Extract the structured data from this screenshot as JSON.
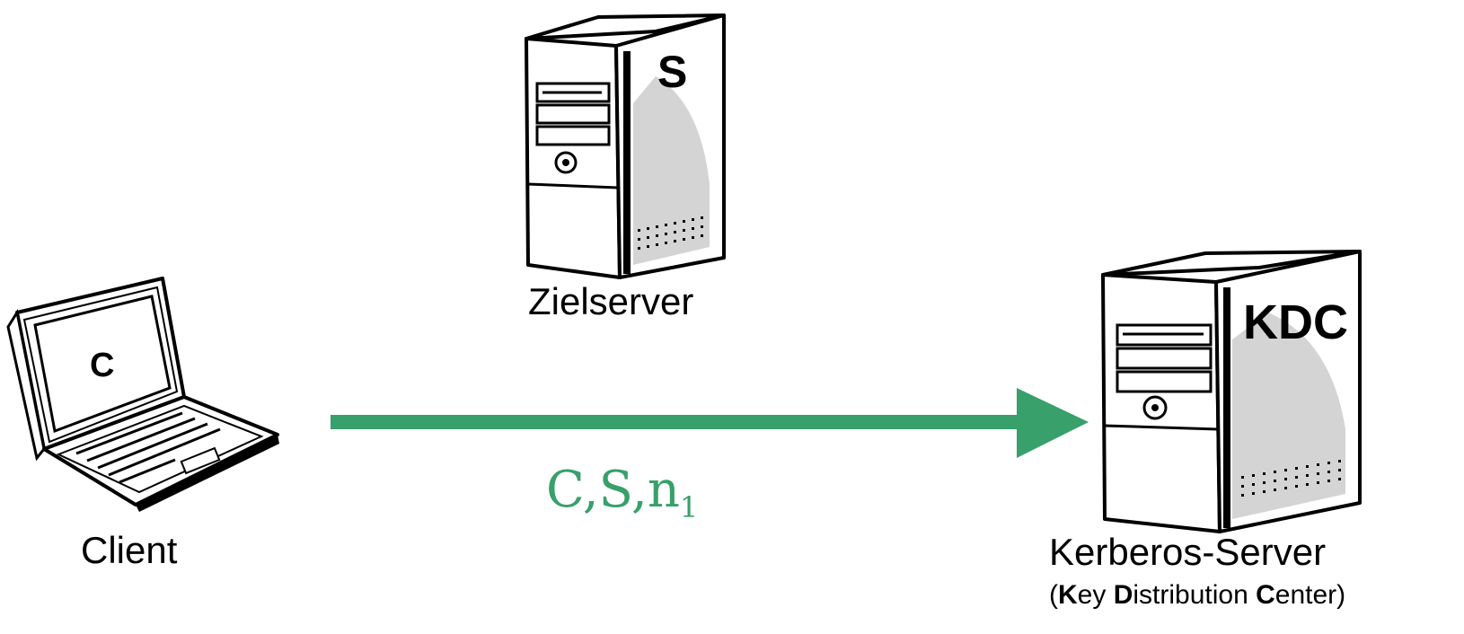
{
  "colors": {
    "arrow": "#38a06a",
    "ink": "#000000",
    "shade": "#d4d4d4"
  },
  "client": {
    "icon": "laptop-icon",
    "tag": "C",
    "label": "Client"
  },
  "target_server": {
    "icon": "server-tower-icon",
    "tag": "S",
    "label": "Zielserver"
  },
  "kdc": {
    "icon": "server-tower-icon",
    "tag": "KDC",
    "label": "Kerberos-Server",
    "subtitle": {
      "open": "(",
      "k": "K",
      "k_rest": "ey ",
      "d": "D",
      "d_rest": "istribution ",
      "c": "C",
      "c_rest": "enter)"
    }
  },
  "message": {
    "base": "C,S,n",
    "subscript": "1"
  }
}
